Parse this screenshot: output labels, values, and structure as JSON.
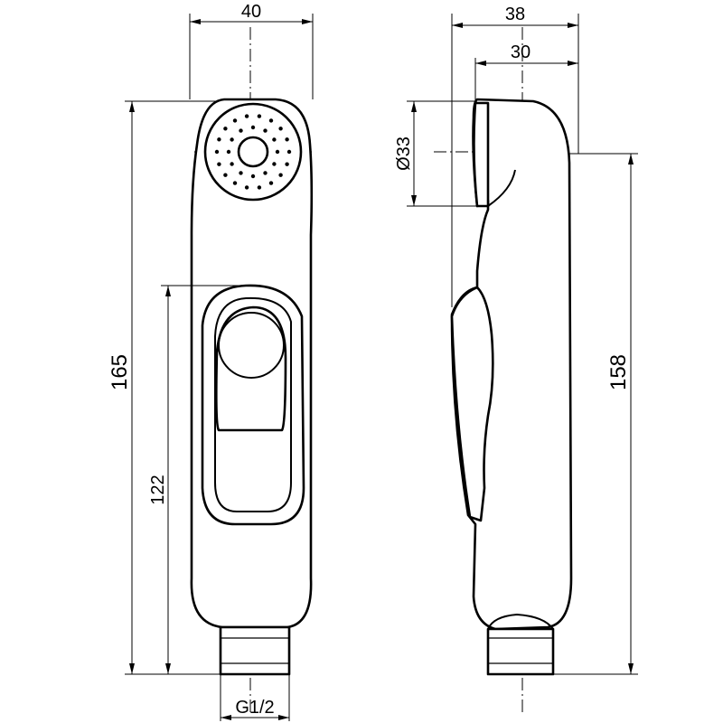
{
  "drawing": {
    "front_view": {
      "width_label": "40",
      "overall_height_label": "165",
      "trigger_height_label": "122",
      "thread_label": "G1/2"
    },
    "side_view": {
      "depth_label": "38",
      "head_depth_label": "30",
      "head_diameter_label": "Ø33",
      "body_height_label": "158"
    },
    "colors": {
      "line": "#000000",
      "background": "#ffffff"
    }
  }
}
